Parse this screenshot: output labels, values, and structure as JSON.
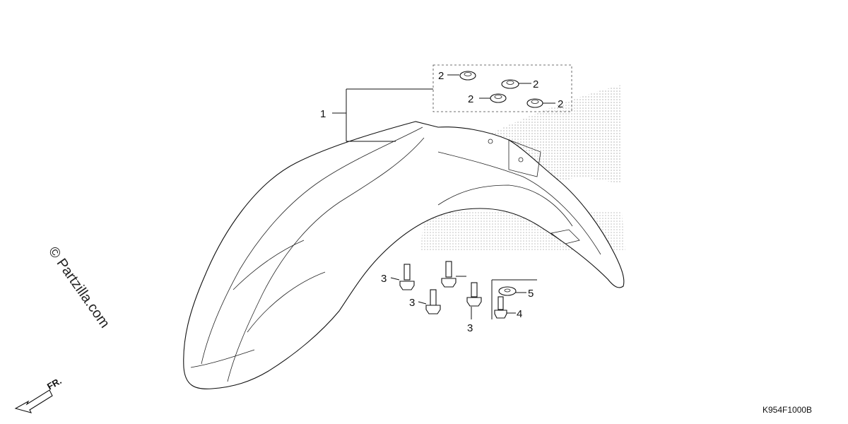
{
  "diagram": {
    "code": "K954F1000B",
    "watermark": "© Partzilla.com",
    "direction_label": "FR.",
    "callouts": [
      {
        "id": "c1",
        "label": "1"
      },
      {
        "id": "c2a",
        "label": "2"
      },
      {
        "id": "c2b",
        "label": "2"
      },
      {
        "id": "c2c",
        "label": "2"
      },
      {
        "id": "c2d",
        "label": "2"
      },
      {
        "id": "c3a",
        "label": "3"
      },
      {
        "id": "c3b",
        "label": "3"
      },
      {
        "id": "c3c",
        "label": "3"
      },
      {
        "id": "c4",
        "label": "4"
      },
      {
        "id": "c5",
        "label": "5"
      }
    ]
  },
  "colors": {
    "line": "#111111",
    "dots": "#9a9a9a",
    "background": "#ffffff"
  }
}
